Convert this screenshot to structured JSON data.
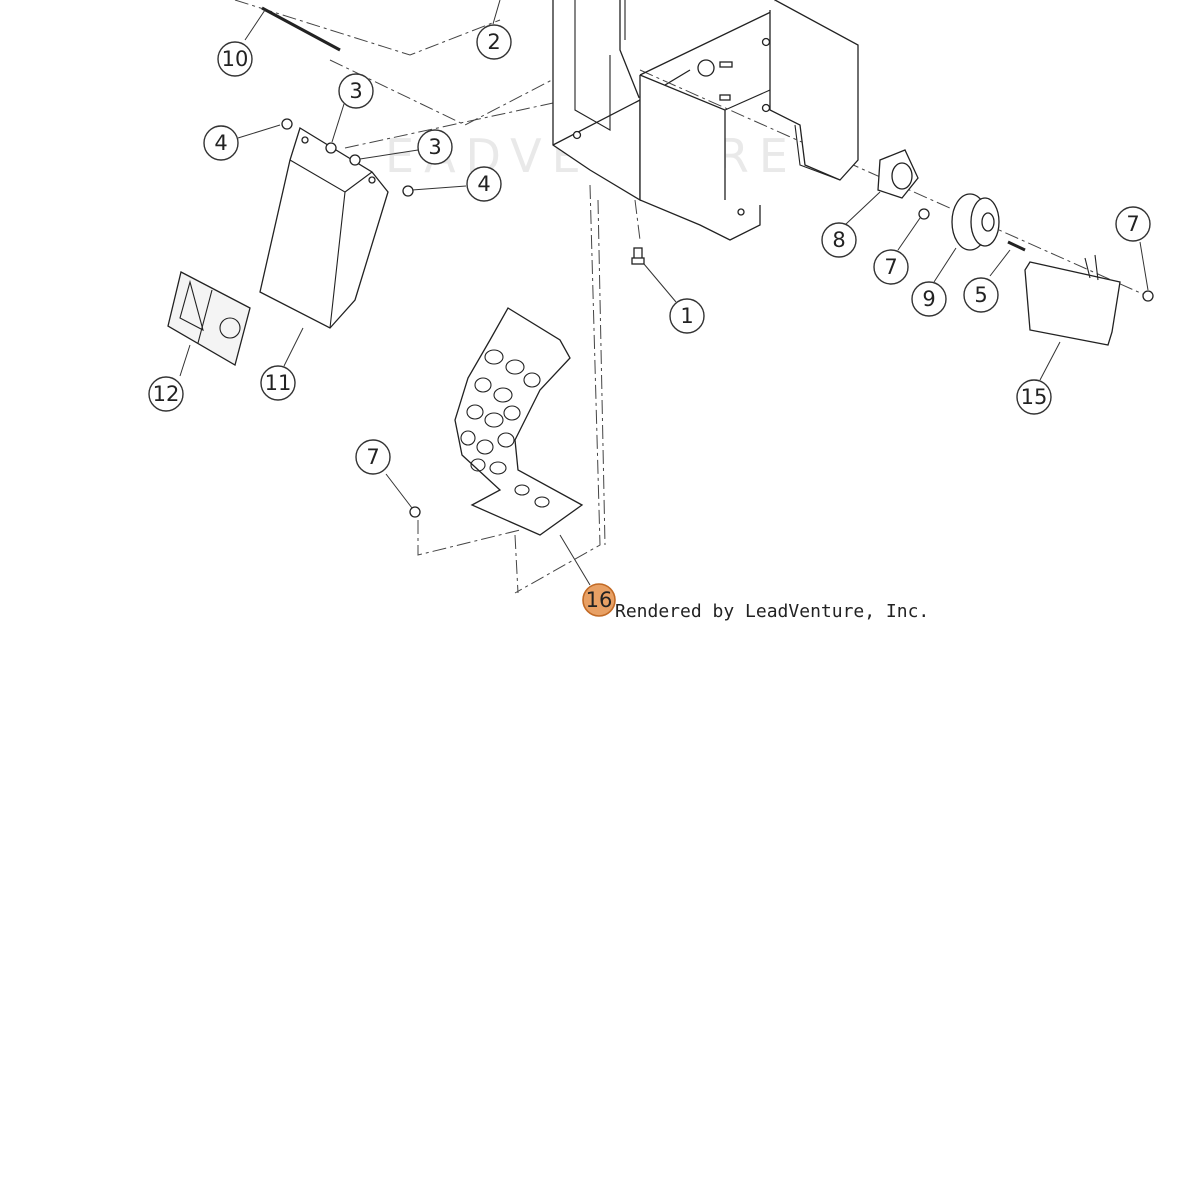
{
  "watermark_text": "EADVENTURE",
  "credit_text": "Rendered by LeadVenture, Inc.",
  "highlight_color": "#e8a064",
  "callouts": [
    {
      "label": "10"
    },
    {
      "label": "2"
    },
    {
      "label": "3"
    },
    {
      "label": "4"
    },
    {
      "label": "3"
    },
    {
      "label": "4"
    },
    {
      "label": "12"
    },
    {
      "label": "11"
    },
    {
      "label": "1"
    },
    {
      "label": "8"
    },
    {
      "label": "7"
    },
    {
      "label": "9"
    },
    {
      "label": "5"
    },
    {
      "label": "7"
    },
    {
      "label": "15"
    },
    {
      "label": "7"
    },
    {
      "label": "16"
    }
  ]
}
